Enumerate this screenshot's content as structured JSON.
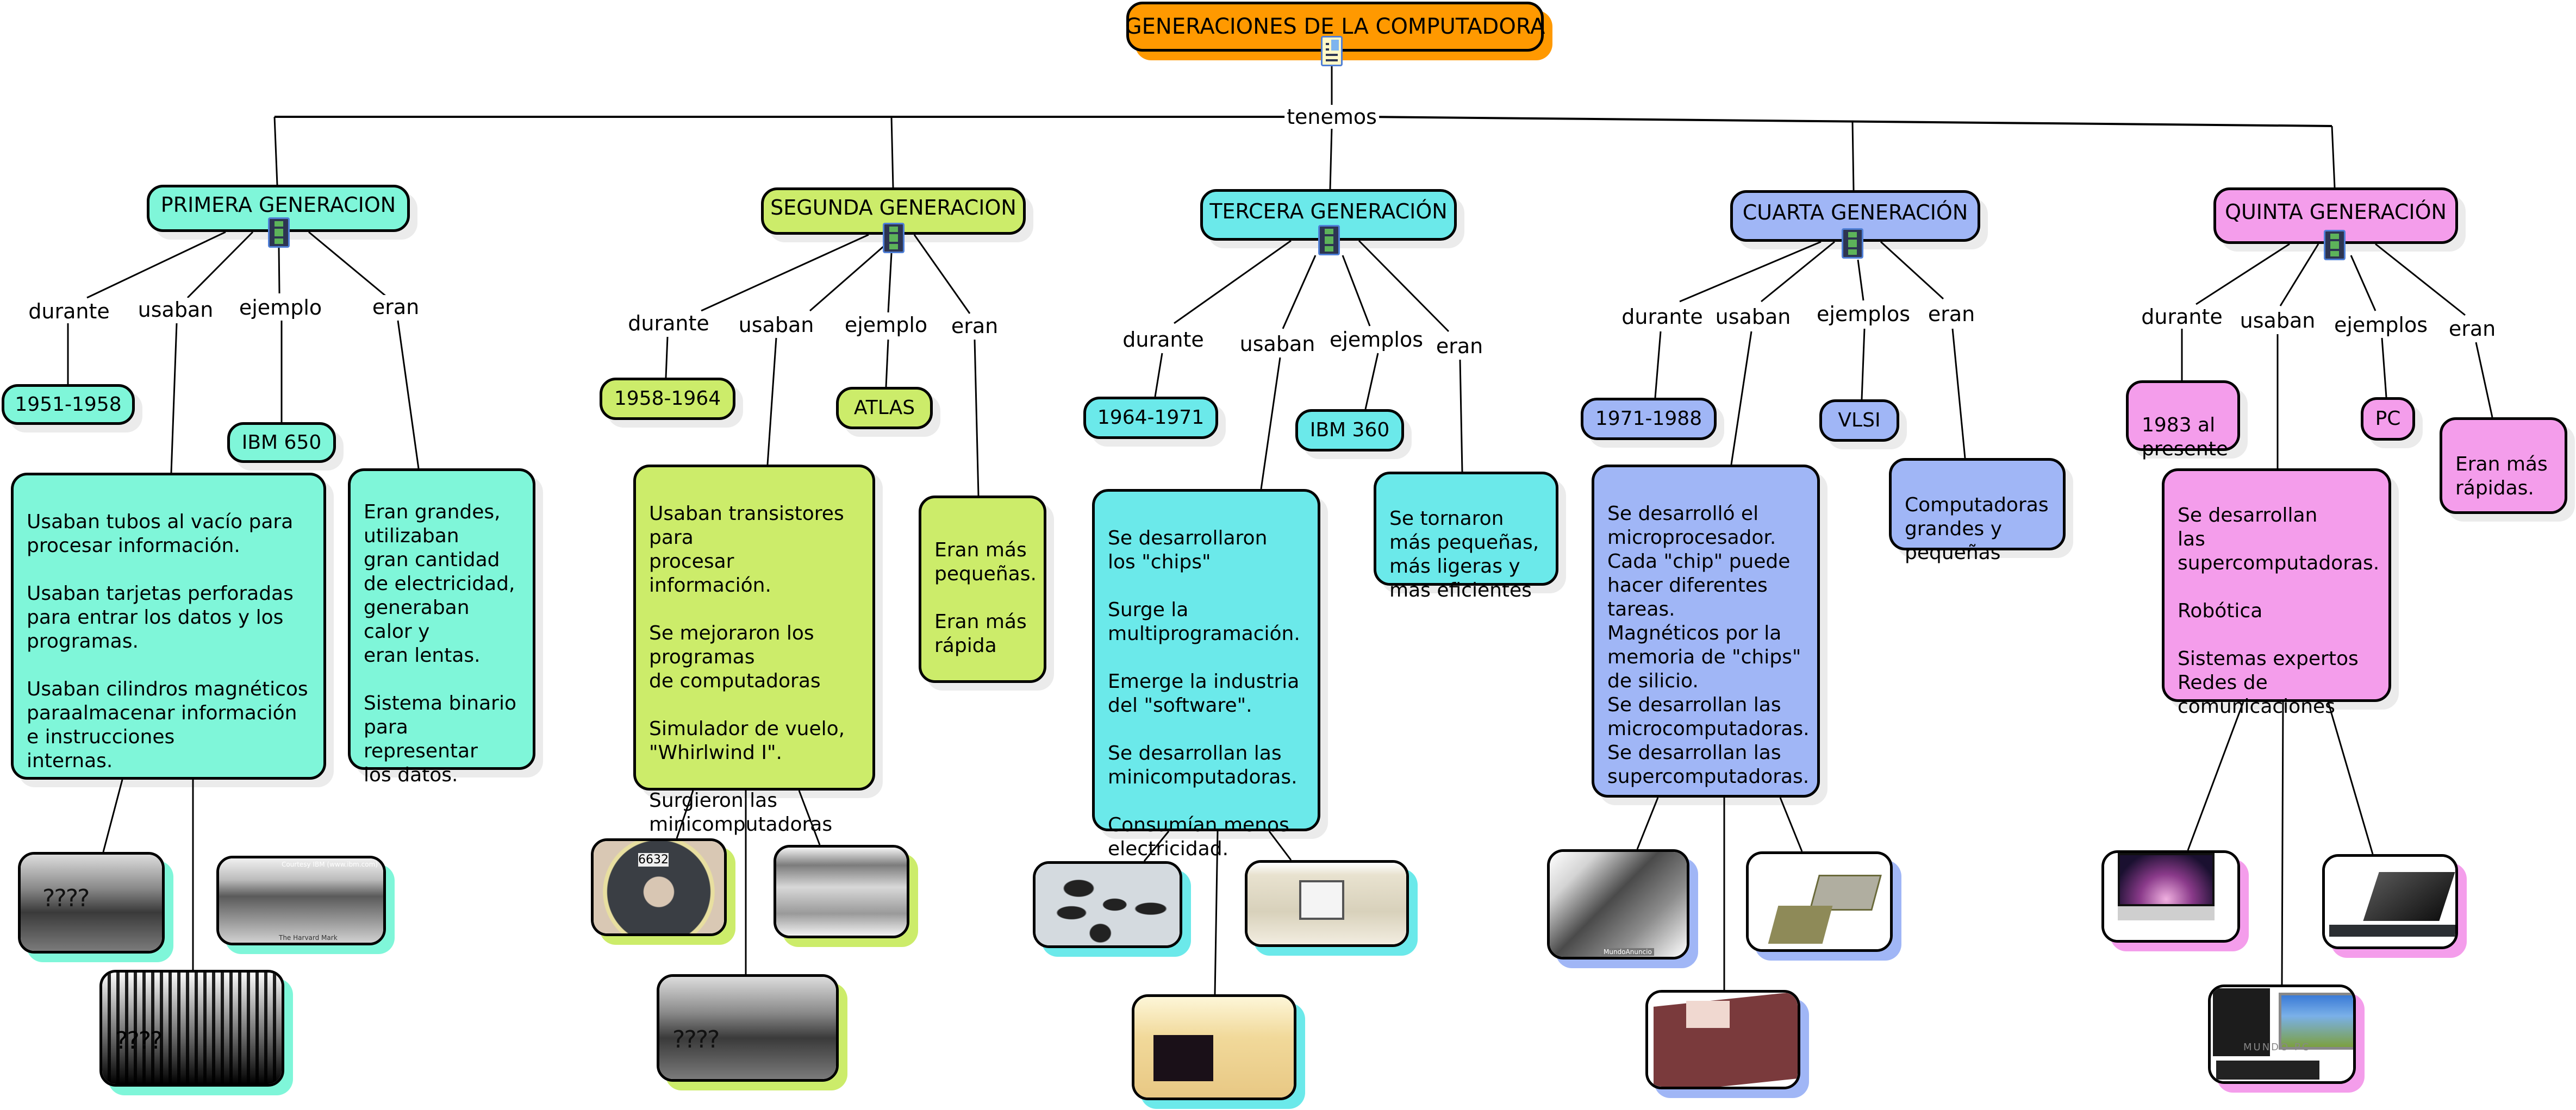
{
  "title": "GENERACIONES DE LA COMPUTADORA",
  "root_link_label": "tenemos",
  "colors": {
    "root": "#ff9900",
    "primera": "#7ff6d9",
    "segunda": "#ccec6a",
    "tercera": "#6be9ea",
    "cuarta": "#a0b6f6",
    "quinta": "#f49deb",
    "border": "#000000",
    "resource_icon_border": "#4f7fd6"
  },
  "generations": [
    {
      "key": "primera",
      "title": "PRIMERA GENERACION",
      "links": {
        "durante": "durante",
        "usaban": "usaban",
        "ejemplo": "ejemplo",
        "eran": "eran"
      },
      "period": "1951-1958",
      "example": "IBM 650",
      "used": "Usaban tubos al vacío para\n procesar información.\n\nUsaban tarjetas perforadas\n para entrar los datos y los\nprogramas.\n\nUsaban cilindros magnéticos\nparaalmacenar información\ne instrucciones\ninternas.",
      "were": "Eran  grandes,\nutilizaban\ngran cantidad\nde electricidad,\ngeneraban\n calor y\neran lentas.\n\nSistema binario\npara\nrepresentar\nlos datos.",
      "images": [
        {
          "name": "eniac-photo",
          "overlay": "????"
        },
        {
          "name": "harvard-mark-photo",
          "caption_top": "Courtesy IBM (www.ibm.com)",
          "caption_bottom": "The Harvard Mark"
        },
        {
          "name": "vacuum-tube-board-photo",
          "overlay": "????"
        }
      ]
    },
    {
      "key": "segunda",
      "title": "SEGUNDA GENERACION",
      "links": {
        "durante": "durante",
        "usaban": "usaban",
        "ejemplo": "ejemplo",
        "eran": "eran"
      },
      "period": "1958-1964",
      "example": "ATLAS",
      "used": "Usaban transistores\npara\nprocesar información.\n\nSe mejoraron los\nprogramas\nde computadoras\n\nSimulador de vuelo,\n\"Whirlwind I\".\n\nSurgieron las\nminicomputadoras",
      "were": "Eran más\npequeñas.\n\nEran más\nrápida",
      "images": [
        {
          "name": "magnetic-disk-photo",
          "overlay": "6632"
        },
        {
          "name": "tape-drives-photo"
        },
        {
          "name": "eniac-photo",
          "overlay": "????"
        }
      ]
    },
    {
      "key": "tercera",
      "title": "TERCERA GENERACIÓN",
      "links": {
        "durante": "durante",
        "usaban": "usaban",
        "ejemplo": "ejemplos",
        "eran": "eran"
      },
      "period": "1964-1971",
      "example": "IBM 360",
      "used": "Se desarrollaron\nlos \"chips\"\n\nSurge la\nmultiprogramación.\n\nEmerge la industria\ndel \"software\".\n\nSe desarrollan las\nminicomputadoras.\n\nConsumían menos\nelectricidad.",
      "were": "Se tornaron\nmás pequeñas,\nmás ligeras y\nmas eficientes",
      "images": [
        {
          "name": "integrated-chips-photo"
        },
        {
          "name": "apple-lisa-photo"
        },
        {
          "name": "vintage-desktop-photo"
        }
      ]
    },
    {
      "key": "cuarta",
      "title": "CUARTA GENERACIÓN",
      "links": {
        "durante": "durante",
        "usaban": "usaban",
        "ejemplo": "ejemplos",
        "eran": "eran"
      },
      "period": "1971-1988",
      "example": "VLSI",
      "used": "Se desarrolló el\n microprocesador.\nCada \"chip\" puede\nhacer diferentes\ntareas.\nMagnéticos por la\nmemoria de \"chips\"\nde silicio.\nSe desarrollan las\nmicrocomputadoras.\nSe desarrollan las\nsupercomputadoras.",
      "were": "Computadoras\ngrandes y\n pequeñas",
      "images": [
        {
          "name": "smartphones-photo",
          "caption_bottom": "MundoAnuncio"
        },
        {
          "name": "processors-photo"
        },
        {
          "name": "floppy-disk-photo"
        }
      ]
    },
    {
      "key": "quinta",
      "title": "QUINTA GENERACIÓN",
      "links": {
        "durante": "durante",
        "usaban": "usaban",
        "ejemplo": "ejemplos",
        "eran": "eran"
      },
      "period": "1983 al\npresente",
      "example": "PC",
      "used": "Se desarrollan\nlas\nsupercomputadoras.\n\nRobótica\n\nSistemas expertos\nRedes de\ncomunicaciones",
      "were": "Eran más\nrápidas.",
      "images": [
        {
          "name": "imac-photo"
        },
        {
          "name": "flat-monitor-pc-photo"
        },
        {
          "name": "desktop-pc-set-photo",
          "overlay": "MUNDO PC"
        }
      ]
    }
  ]
}
